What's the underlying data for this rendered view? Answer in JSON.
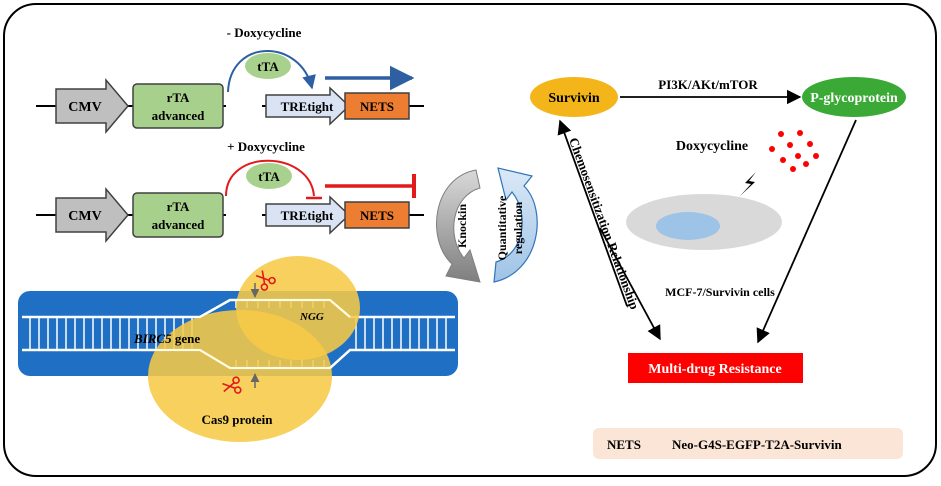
{
  "construct_top": {
    "condition": "- Doxycycline",
    "promoter": "CMV",
    "rta_line1": "rTA",
    "rta_line2": "advanced",
    "transactivator": "tTA",
    "responsive_promoter": "TREtight",
    "gene": "NETS"
  },
  "construct_bottom": {
    "condition": "+ Doxycycline",
    "promoter": "CMV",
    "rta_line1": "rTA",
    "rta_line2": "advanced",
    "transactivator": "tTA",
    "responsive_promoter": "TREtight",
    "gene": "NETS"
  },
  "crispr": {
    "gene_italic": "BIRC5",
    "gene_suffix": " gene",
    "pam": "NGG",
    "protein": "Cas9 protein"
  },
  "cycle": {
    "knockin": "Knockin",
    "regulation_line1": "Quantitative",
    "regulation_line2": "regulation"
  },
  "pathway": {
    "survivin": "Survivin",
    "pathway_label": "PI3K/AKt/mTOR",
    "pgp": "P-glycoprotein",
    "doxycycline": "Doxycycline",
    "cells": "MCF-7/Survivin cells",
    "relationship": "Chemosensitization Relationship",
    "mdr": "Multi-drug Resistance"
  },
  "legend": {
    "abbr": "NETS",
    "full": "Neo-G4S-EGFP-T2A-Survivin"
  },
  "colors": {
    "promoter_gray": "#bfbfbf",
    "rta_green": "#a8d08d",
    "tta_green": "#a9d18e",
    "tre_blue": "#dae3f3",
    "nets_orange": "#ed7d31",
    "activation_blue": "#2e5fa3",
    "repression_red": "#e31a1c",
    "dna_blue": "#1f6fc4",
    "cas9_yellow": "#f7c948",
    "survivin_gold": "#f3b51a",
    "pgp_green": "#3aa935",
    "mdr_red": "#ff0000",
    "legend_bg": "#fbe5d6"
  }
}
